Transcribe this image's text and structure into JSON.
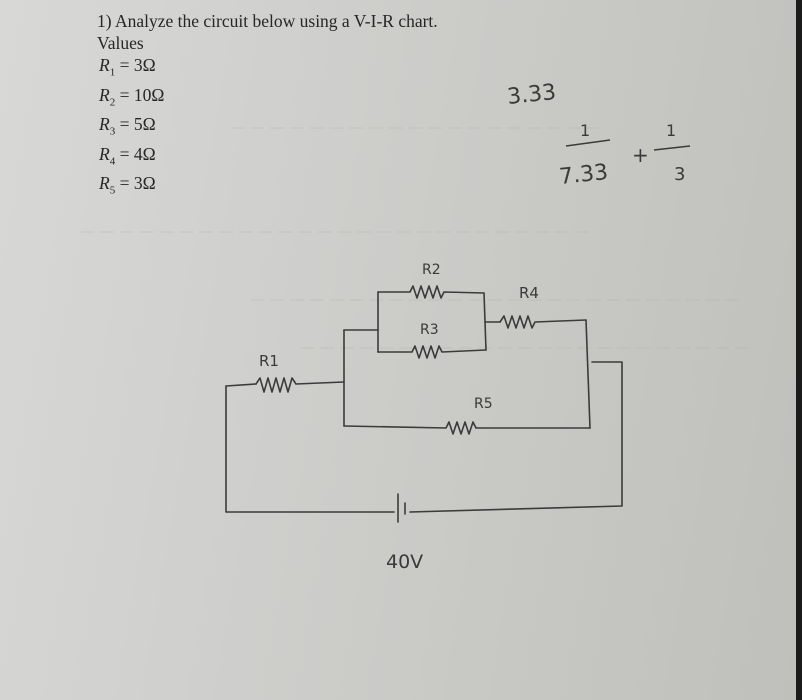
{
  "question": {
    "title": "1) Analyze the circuit below using a V-I-R chart.",
    "values_heading": "Values",
    "resistors": [
      {
        "symbol": "R",
        "sub": "1",
        "equals": "=",
        "value": "3Ω"
      },
      {
        "symbol": "R",
        "sub": "2",
        "equals": "=",
        "value": "10Ω"
      },
      {
        "symbol": "R",
        "sub": "3",
        "equals": "=",
        "value": "5Ω"
      },
      {
        "symbol": "R",
        "sub": "4",
        "equals": "=",
        "value": "4Ω"
      },
      {
        "symbol": "R",
        "sub": "5",
        "equals": "=",
        "value": "3Ω"
      }
    ]
  },
  "handwritten": {
    "note_top": "3.33",
    "fraction_numerator": "1",
    "fraction_denominator": "7.33",
    "plus_sign": "+",
    "fraction2_numerator": "1",
    "fraction2_denominator": "3"
  },
  "circuit": {
    "labels": {
      "r1": "R1",
      "r2": "R2",
      "r3": "R3",
      "r4": "R4",
      "r5": "R5"
    },
    "battery_label": "40V"
  },
  "colors": {
    "ink": "#3a3a3a",
    "print": "#262626",
    "paper": "#d4d4d2"
  }
}
